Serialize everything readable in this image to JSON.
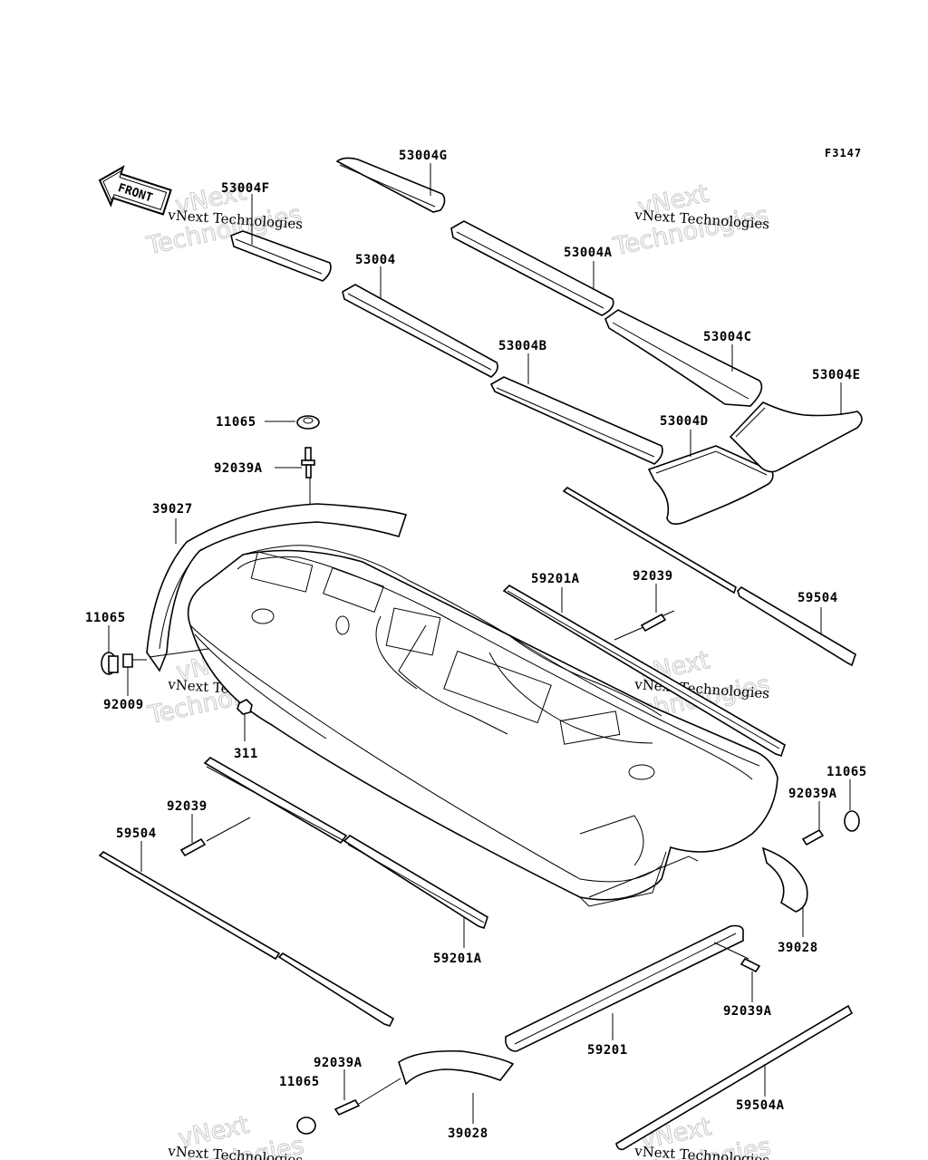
{
  "figure_code": "F3147",
  "front_label": "FRONT",
  "watermark": {
    "line1": "vNext Technologies",
    "line2": "vNext",
    "line3": "Technologies"
  },
  "labels": {
    "p53004G": "53004G",
    "p53004F": "53004F",
    "p53004": "53004",
    "p53004A": "53004A",
    "p53004B": "53004B",
    "p53004C": "53004C",
    "p53004D": "53004D",
    "p53004E": "53004E",
    "p11065_a": "11065",
    "p92039A_a": "92039A",
    "p39027": "39027",
    "p59201A_a": "59201A",
    "p92039_a": "92039",
    "p59504_a": "59504",
    "p11065_b": "11065",
    "p92009": "92009",
    "p311": "311",
    "p11065_c": "11065",
    "p92039A_b": "92039A",
    "p92039_b": "92039",
    "p59504_b": "59504",
    "p39028_a": "39028",
    "p59201A_b": "59201A",
    "p92039A_c": "92039A",
    "p59201": "59201",
    "p92039A_d": "92039A",
    "p11065_d": "11065",
    "p39028_b": "39028",
    "p59504A": "59504A"
  }
}
